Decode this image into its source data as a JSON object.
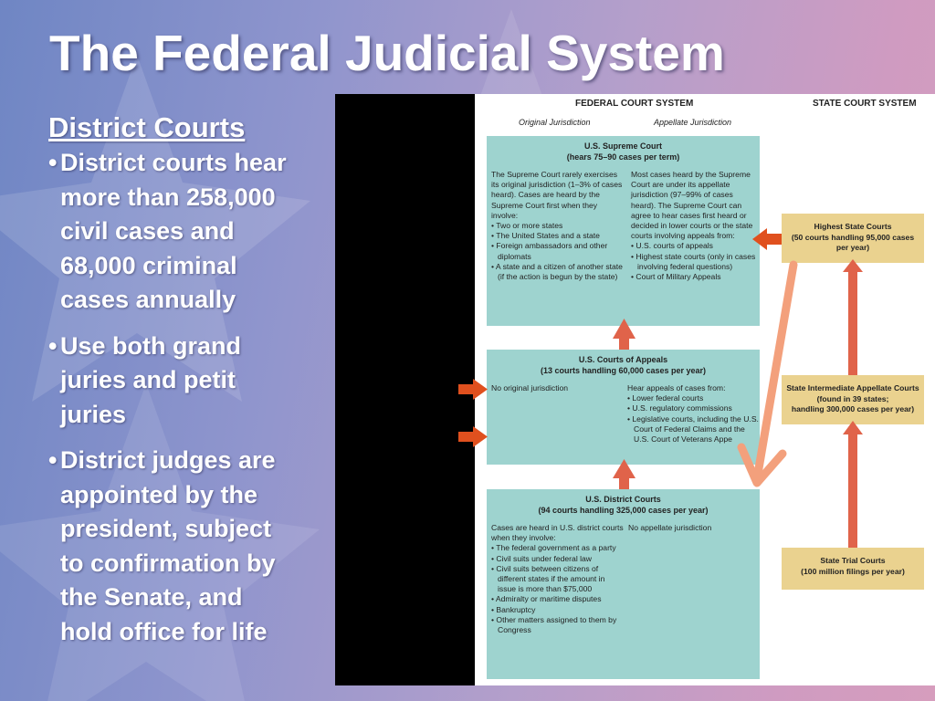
{
  "slide": {
    "title": "The Federal Judicial System",
    "subtitle": "District Courts",
    "bullet_char": "•",
    "bullets": [
      "District  courts hear\nmore than 258,000\ncivil cases and\n68,000 criminal\ncases annually",
      "Use both grand\njuries and petit\njuries",
      "District judges are\nappointed by the\npresident, subject\nto confirmation by\nthe Senate, and\nhold office for life"
    ]
  },
  "diagram": {
    "federal_header": "FEDERAL COURT SYSTEM",
    "state_header": "STATE COURT SYSTEM",
    "original_header": "Original Jurisdiction",
    "appellate_header": "Appellate Jurisdiction",
    "supreme": {
      "title": "U.S. Supreme Court",
      "subtitle": "(hears 75–90 cases per term)",
      "left_intro": "The Supreme Court rarely exercises its original jurisdiction (1–3% of cases heard). Cases are heard by the Supreme Court first when they involve:",
      "left_items": [
        "Two or more states",
        "The United States and a state",
        "Foreign ambassadors and other diplomats",
        "A state and a citizen of another state (if the action is begun by the state)"
      ],
      "right_intro": "Most cases heard by the Supreme Court are under its appellate jurisdiction (97–99% of cases heard). The Supreme Court can agree to hear cases first heard or decided in lower courts or the state courts involving appeals from:",
      "right_items": [
        "U.S. courts of appeals",
        "Highest state courts (only in cases involving federal questions)",
        "Court of Military Appeals"
      ]
    },
    "appeals": {
      "title": "U.S. Courts of Appeals",
      "subtitle": "(13 courts handling 60,000 cases per year)",
      "left_text": "No original jurisdiction",
      "right_intro": "Hear appeals of cases from:",
      "right_items": [
        "Lower federal courts",
        "U.S. regulatory commissions",
        "Legislative courts, including the U.S. Court of Federal Claims and the U.S. Court of Veterans Appe"
      ]
    },
    "district": {
      "title": "U.S. District Courts",
      "subtitle": "(94 courts handling 325,000 cases per year)",
      "left_intro": "Cases are heard in U.S. district courts when they involve:",
      "left_items": [
        "The federal government as a party",
        "Civil suits under federal law",
        "Civil suits between citizens of different states if the amount in issue is more than $75,000",
        "Admiralty or maritime disputes",
        "Bankruptcy",
        "Other matters assigned to them by Congress"
      ],
      "right_text": "No appellate jurisdiction"
    },
    "state_highest": {
      "title": "Highest State Courts",
      "subtitle": "(50 courts handling 95,000 cases per year)"
    },
    "state_intermediate": {
      "title": "State Intermediate Appellate Courts",
      "subtitle": "(found in 39 states;\nhandling 300,000 cases per year)"
    },
    "state_trial": {
      "title": "State Trial Courts",
      "subtitle": "(100 million filings per year)"
    }
  },
  "colors": {
    "federal_box": "#9ed3cf",
    "state_box": "#ead28f",
    "arrow": "#e0634a",
    "arrow_light": "#f3a07c",
    "arrow_left": "#e0501e"
  }
}
